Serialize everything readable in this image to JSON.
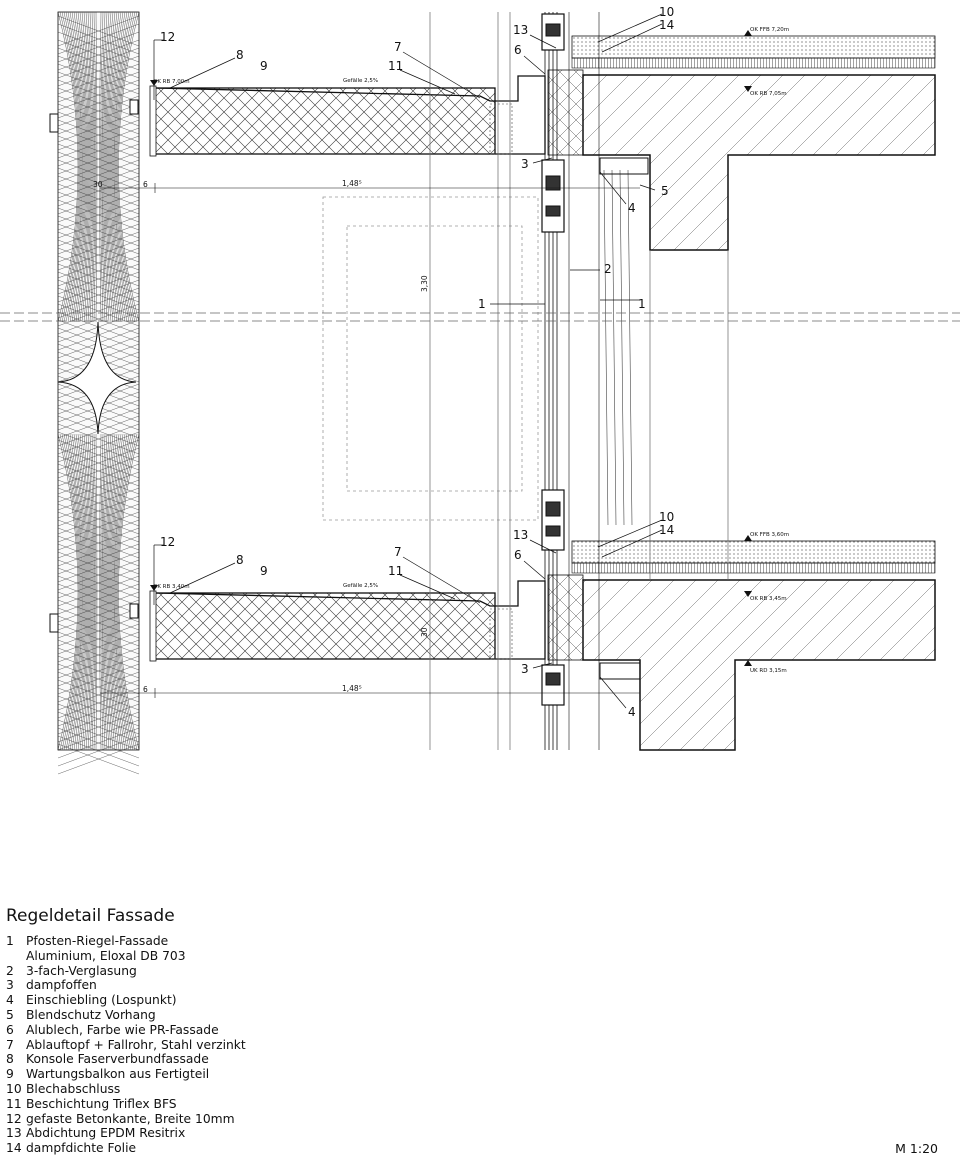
{
  "drawing": {
    "callouts": [
      "1",
      "2",
      "3",
      "4",
      "5",
      "6",
      "7",
      "8",
      "9",
      "10",
      "11",
      "12",
      "13",
      "14"
    ],
    "level_top": {
      "ok_ffb": "OK FFB 7,20m",
      "ok_rb_slab": "OK RB 7,05m",
      "ok_rb_balcony": "OK RB 7,00m",
      "slope": "Gefälle 2,5%"
    },
    "level_bottom": {
      "ok_ffb": "OK FFB 3,60m",
      "ok_rb_slab": "OK RB 3,45m",
      "ok_rb_balcony": "OK RB 3,40m",
      "uk_rd": "UK RD 3,15m",
      "slope": "Gefälle 2,5%"
    },
    "dimensions": {
      "height": "3,30",
      "balcony_depth": "1,48⁵",
      "balcony_thickness": "30",
      "gap": "6"
    }
  },
  "legend": {
    "title": "Regeldetail Fassade",
    "items": [
      {
        "num": "1",
        "text": "Pfosten-Riegel-Fassade\nAluminium, Eloxal DB 703"
      },
      {
        "num": "2",
        "text": "3-fach-Verglasung"
      },
      {
        "num": "3",
        "text": "dampfoffen"
      },
      {
        "num": "4",
        "text": "Einschiebling (Lospunkt)"
      },
      {
        "num": "5",
        "text": "Blendschutz Vorhang"
      },
      {
        "num": "6",
        "text": "Alublech, Farbe wie PR-Fassade"
      },
      {
        "num": "7",
        "text": "Ablauftopf + Fallrohr, Stahl verzinkt"
      },
      {
        "num": "8",
        "text": "Konsole Faserverbundfassade"
      },
      {
        "num": "9",
        "text": "Wartungsbalkon aus Fertigteil"
      },
      {
        "num": "10",
        "text": "Blechabschluss"
      },
      {
        "num": "11",
        "text": "Beschichtung Triflex BFS"
      },
      {
        "num": "12",
        "text": "gefaste Betonkante, Breite 10mm"
      },
      {
        "num": "13",
        "text": "Abdichtung EPDM Resitrix"
      },
      {
        "num": "14",
        "text": "dampfdichte Folie"
      }
    ]
  },
  "scale": "M 1:20"
}
